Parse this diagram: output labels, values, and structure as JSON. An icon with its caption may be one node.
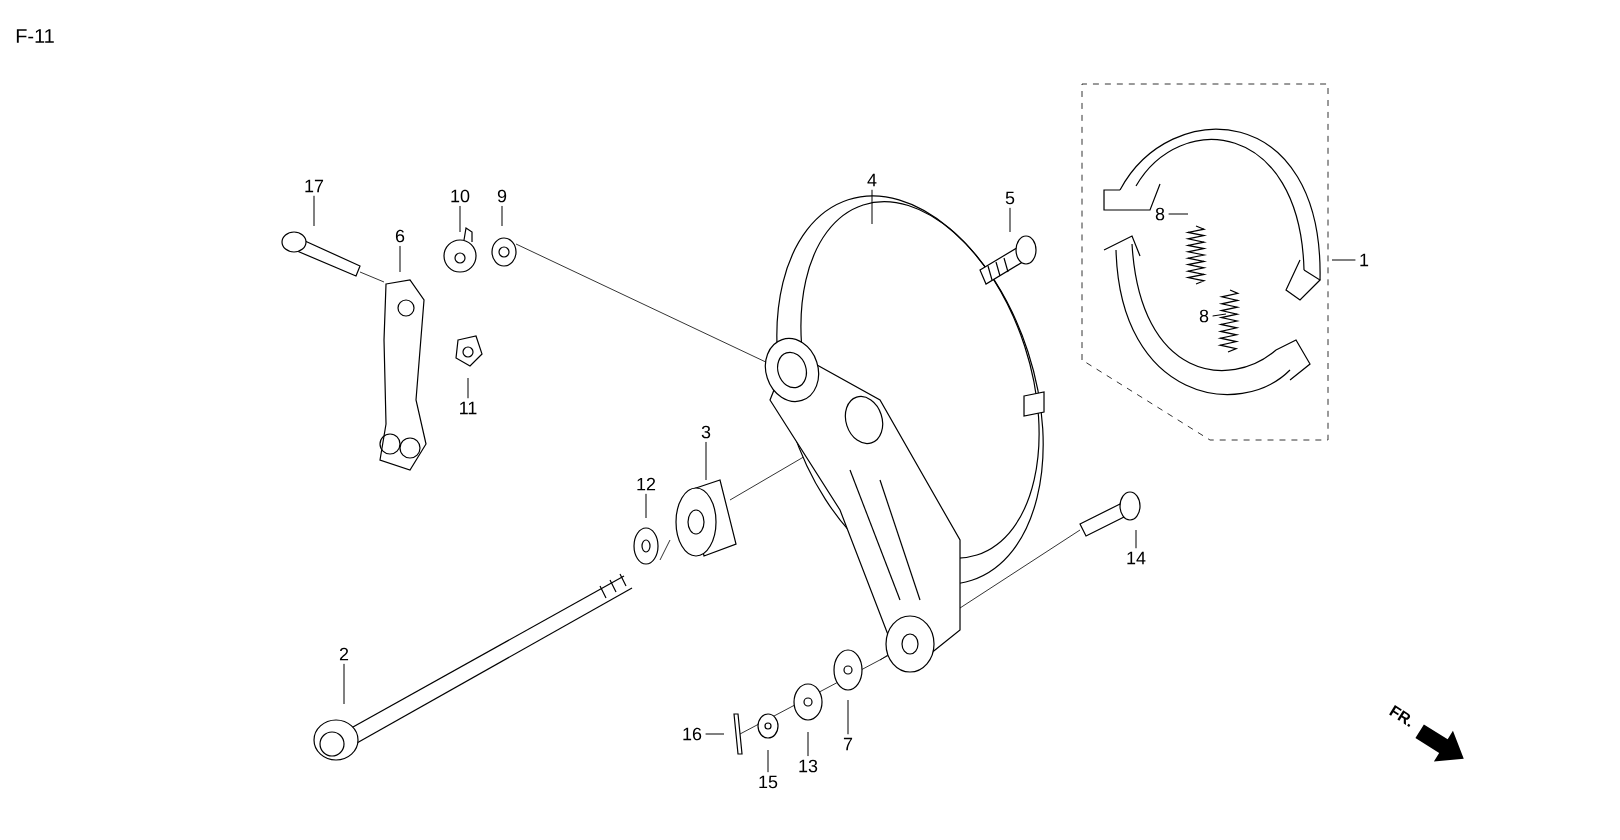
{
  "diagram": {
    "nodes": [
      {
        "text": [
          "17"
        ]
      },
      {
        "text": [
          "6"
        ]
      },
      {
        "text": [
          "10"
        ]
      },
      {
        "text": [
          "9"
        ]
      },
      {
        "text": [
          "11"
        ]
      },
      {
        "text": [
          "4"
        ]
      },
      {
        "text": [
          "5"
        ]
      },
      {
        "text": [
          "8"
        ]
      },
      {
        "text": [
          "8"
        ]
      },
      {
        "text": [
          "1"
        ]
      },
      {
        "text": [
          "3"
        ]
      },
      {
        "text": [
          "12"
        ]
      },
      {
        "text": [
          "14"
        ]
      },
      {
        "text": [
          "2"
        ]
      },
      {
        "text": [
          "16"
        ]
      },
      {
        "text": [
          "15"
        ]
      },
      {
        "text": [
          "13"
        ]
      },
      {
        "text": [
          "7"
        ]
      }
    ],
    "edges": [
      {
        "from": 0,
        "to": null,
        "arrow": "none"
      },
      {
        "from": 1,
        "to": null,
        "arrow": "none"
      },
      {
        "from": 2,
        "to": null,
        "arrow": "none"
      },
      {
        "from": 3,
        "to": null,
        "arrow": "none"
      },
      {
        "from": 4,
        "to": null,
        "arrow": "none"
      },
      {
        "from": 5,
        "to": null,
        "arrow": "none"
      },
      {
        "from": 6,
        "to": null,
        "arrow": "none"
      },
      {
        "from": 7,
        "to": null,
        "arrow": "none"
      },
      {
        "from": 8,
        "to": null,
        "arrow": "none"
      },
      {
        "from": 9,
        "to": null,
        "arrow": "none"
      },
      {
        "from": 10,
        "to": null,
        "arrow": "none"
      },
      {
        "from": 11,
        "to": null,
        "arrow": "none"
      },
      {
        "from": 12,
        "to": null,
        "arrow": "none"
      },
      {
        "from": 13,
        "to": null,
        "arrow": "none"
      },
      {
        "from": 14,
        "to": null,
        "arrow": "none"
      },
      {
        "from": 15,
        "to": null,
        "arrow": "none"
      },
      {
        "from": 16,
        "to": null,
        "arrow": "none"
      },
      {
        "from": 17,
        "to": null,
        "arrow": "none"
      }
    ],
    "labels": [
      "F-11",
      "FR."
    ]
  }
}
